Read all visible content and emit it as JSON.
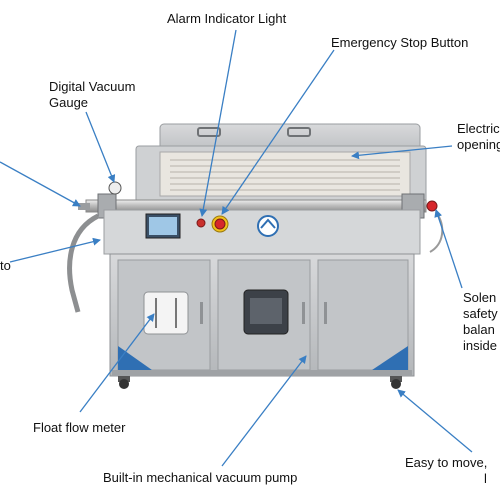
{
  "labels": {
    "alarm": "Alarm Indicator Light",
    "estop": "Emergency Stop Button",
    "gauge_line1": "Digital Vacuum",
    "gauge_line2": "Gauge",
    "electric_line1": "Electric",
    "electric_line2": "opening",
    "left_fragment": "to",
    "solenoid_line1": "Solen",
    "solenoid_line2": "safety",
    "solenoid_line3": "balan",
    "solenoid_line4": "inside",
    "flowmeter": "Float flow meter",
    "pump": "Built-in mechanical vacuum pump",
    "move_line1": "Easy to move,",
    "move_line2": "l"
  },
  "colors": {
    "arrow": "#3a7fc4",
    "frame": "#c9cbcd",
    "panel": "#b9bcbf",
    "panel_edge": "#9a9da0",
    "badge": "#2f6fb3",
    "estop_red": "#d7262b",
    "estop_yellow": "#f2c21b"
  }
}
